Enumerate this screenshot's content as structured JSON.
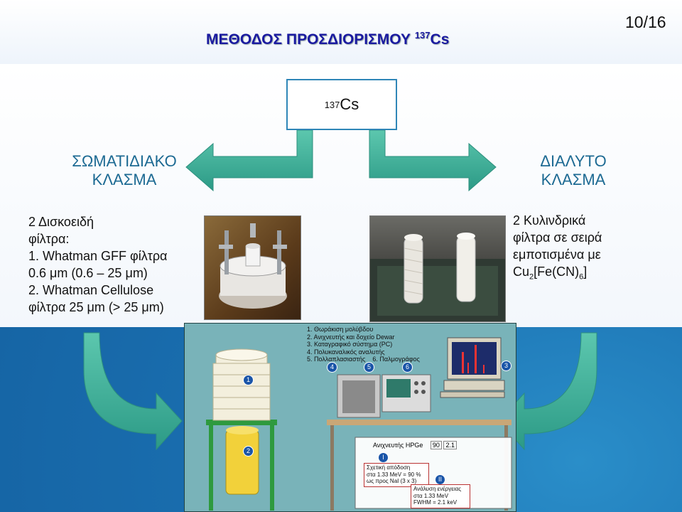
{
  "header": {
    "title": "ΜΕΘΟΔΟΣ ΠΡΟΣΔΙΟΡΙΣΜΟΥ",
    "title_sup": "137",
    "title_suffix": "Cs",
    "page": "10/16"
  },
  "top_box": {
    "sup": "137",
    "label": "Cs"
  },
  "left_heading": [
    "ΣΩΜΑΤΙΔΙΑΚΟ",
    "ΚΛΑΣΜΑ"
  ],
  "right_heading": [
    "ΔΙΑΛΥΤΟ",
    "ΚΛΑΣΜΑ"
  ],
  "left_text": [
    "2 Δισκοειδή",
    "φίλτρα:",
    "1.  Whatman GFF φίλτρα",
    "0.6 μm (0.6 – 25 μm)",
    "2.  Whatman Cellulose",
    "φίλτρα 25 μm (> 25 μm)"
  ],
  "right_text": {
    "line1": "2 Κυλινδρικά",
    "line2": "φίλτρα σε σειρά",
    "line3": "εμποτισμένα με",
    "formula_a": "Cu",
    "formula_sub1": "2",
    "formula_b": "[Fe(CN)",
    "formula_sub2": "6",
    "formula_c": "]"
  },
  "diagram": {
    "legend": [
      "1. Θωράκιση μολύβδου",
      "2. Ανιχνευτής και δοχείο Dewar",
      "3. Καταγραφικό σύστημα (PC)",
      "4. Πολυκαναλικός αναλυτής",
      "5. Πολλαπλασιαστής"
    ],
    "legend_6": "6. Παλμογράφος",
    "markers": [
      "1",
      "2",
      "3",
      "4",
      "5",
      "6"
    ],
    "detector_label": "Ανιχνευτής HPGe",
    "detector_v1": "90",
    "detector_v2": "2.1",
    "marker_I": "I",
    "marker_II": "II",
    "eff_lines": [
      "Σχετική απόδοση",
      "στα 1.33 MeV = 90 %",
      "ως προς NaI (3 x 3)"
    ],
    "res_lines": [
      "Ανάλυση ενέργειας",
      "στα 1.33 MeV",
      "FWHM = 2.1 keV"
    ]
  },
  "colors": {
    "background": "#1a6fb0",
    "arrow_fill": "#3fae9a",
    "title": "#1a1aa0",
    "heading": "#1d6a93"
  }
}
